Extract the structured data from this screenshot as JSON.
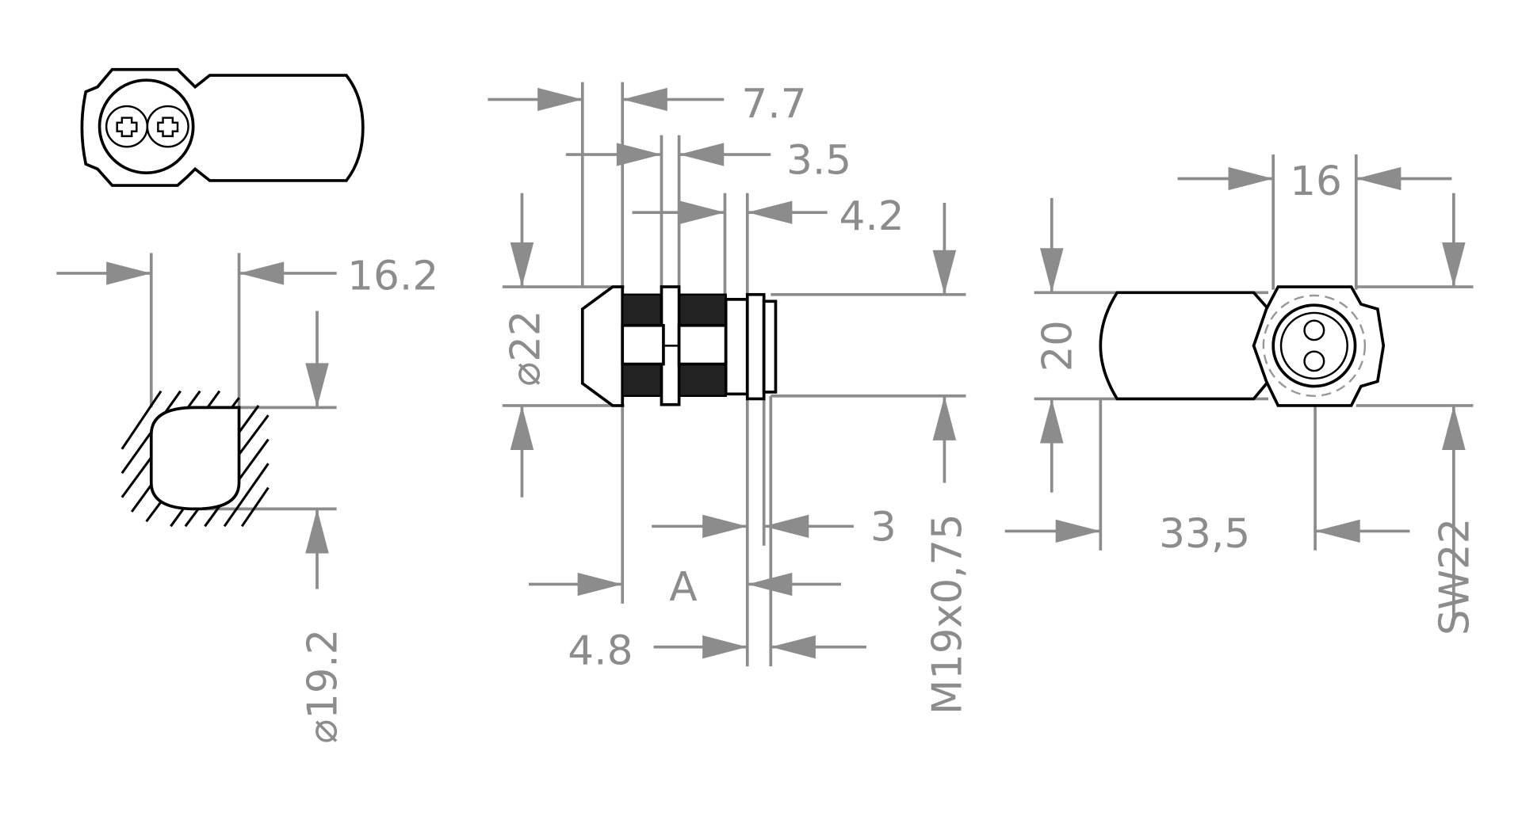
{
  "drawing": {
    "title_views": [
      "top-view",
      "cutout-view",
      "side-view",
      "front-view"
    ],
    "dimensions": {
      "d_7_7": "7.7",
      "d_3_5": "3.5",
      "d_4_2": "4.2",
      "d_16_2": "16.2",
      "d_dia22": "⌀22",
      "d_dia19_2": "⌀19.2",
      "d_thread": "M19x0,75",
      "d_3": "3",
      "d_A": "A",
      "d_4_8": "4.8",
      "d_16": "16",
      "d_20": "20",
      "d_33_5": "33,5",
      "d_sw22": "SW22"
    },
    "colors": {
      "dimension": "#8c8c8c",
      "outline": "#000000"
    }
  }
}
